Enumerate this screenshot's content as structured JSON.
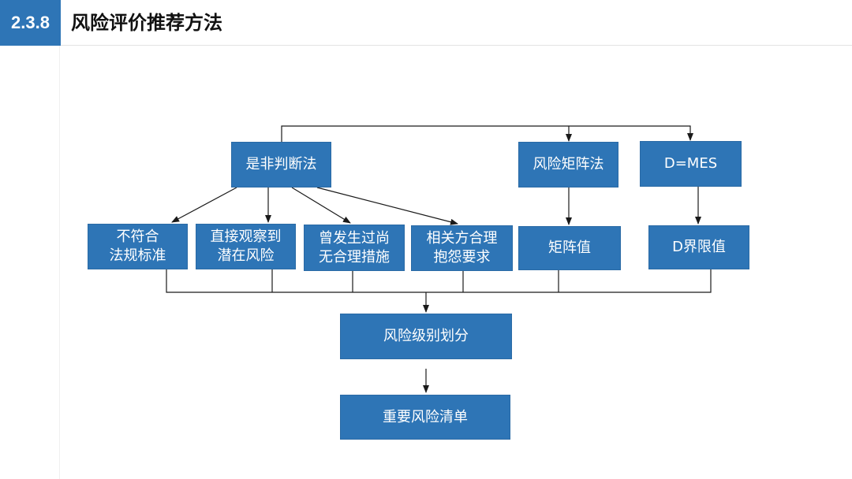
{
  "header": {
    "section_number": "2.3.8",
    "title": "风险评价推荐方法"
  },
  "nodes": {
    "yes_no": "是非判断法",
    "matrix": "风险矩阵法",
    "dmes": "D=MES",
    "criteria_1": "不符合",
    "criteria_2": "法规标准",
    "observe_1": "直接观察到",
    "observe_2": "潜在风险",
    "history_1": "曾发生过尚",
    "history_2": "无合理措施",
    "complaint_1": "相关方合理",
    "complaint_2": "抱怨要求",
    "matrix_value": "矩阵值",
    "d_limit": "D界限值",
    "risk_level": "风险级别划分",
    "key_risk_list": "重要风险清单"
  },
  "colors": {
    "box_fill": "#2e75b6",
    "box_text": "#ffffff",
    "connector": "#1a1a1a"
  }
}
